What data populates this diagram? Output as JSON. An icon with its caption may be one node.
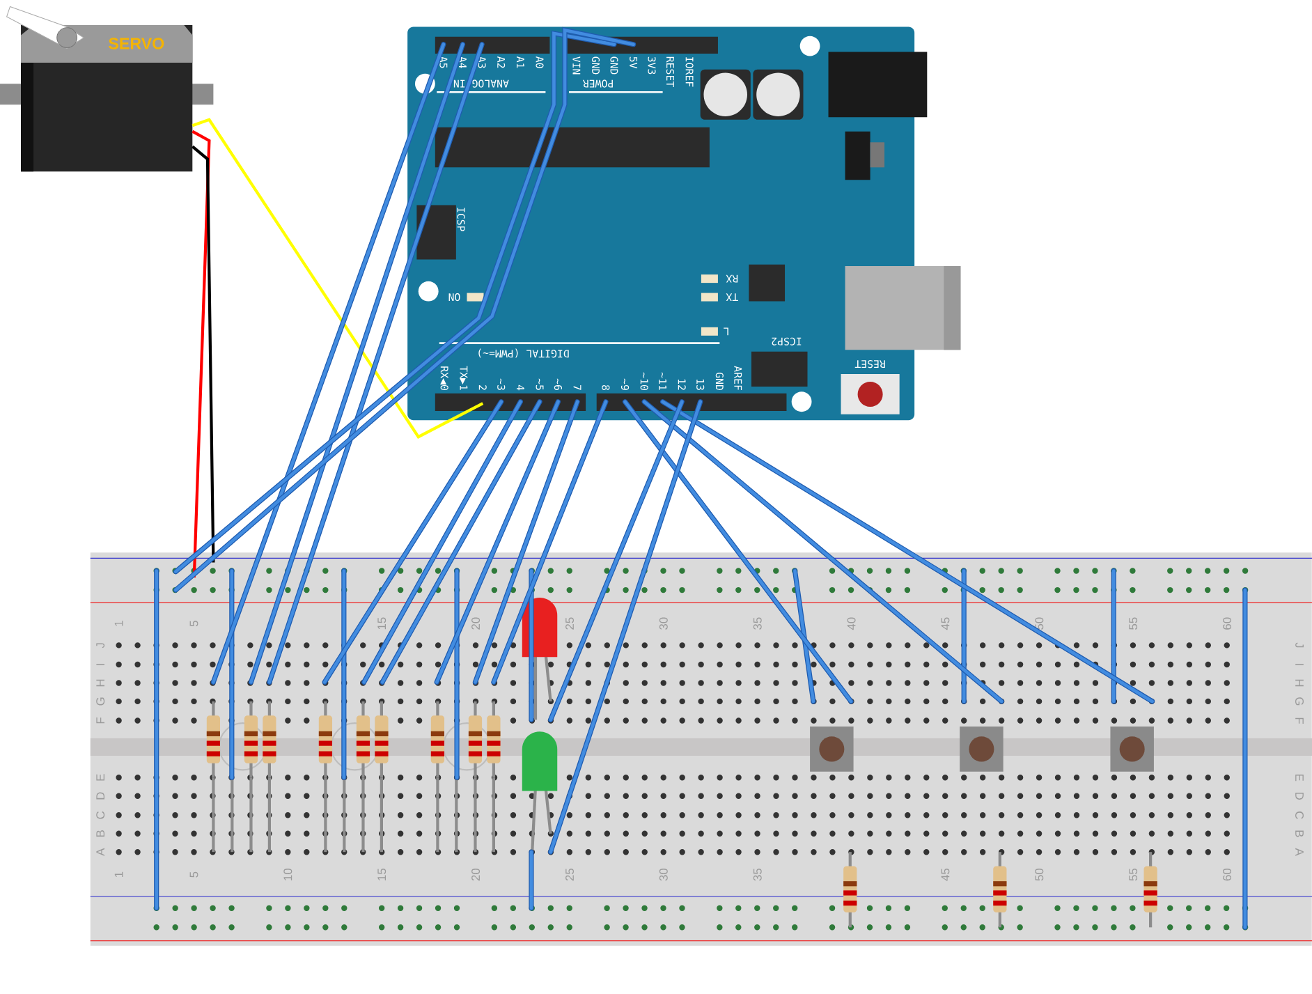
{
  "diagram": {
    "nodes": [
      {
        "text": [
          "SERVO"
        ]
      },
      {
        "text": [
          "A5",
          "A4",
          "A3",
          "A2",
          "A1",
          "A0",
          "ANALOG IN",
          "VIN",
          "GND",
          "GND",
          "5V",
          "3V3",
          "RESET",
          "IOREF",
          "POWER",
          "ICSP",
          "ON",
          "RX",
          "TX",
          "L",
          "ICSP2",
          "DIGITAL (PWM=~)",
          "RX◀0",
          "TX▶1",
          "2",
          "~3",
          "4",
          "~5",
          "~6",
          "7",
          "8",
          "~9",
          "~10",
          "~11",
          "12",
          "13",
          "GND",
          "AREF",
          "RESET"
        ]
      },
      {
        "text": [
          "1",
          "5",
          "15",
          "20",
          "25",
          "30",
          "35",
          "40",
          "45",
          "50",
          "55",
          "60",
          "J",
          "I",
          "H",
          "G",
          "F",
          "E",
          "D",
          "C",
          "B",
          "A",
          "J",
          "I",
          "H",
          "G",
          "F",
          "E",
          "D",
          "C",
          "B",
          "A",
          "1",
          "5",
          "10",
          "15",
          "20",
          "25",
          "30",
          "35",
          "45",
          "50",
          "55",
          "60"
        ]
      }
    ],
    "edges": [
      {
        "from": 0,
        "to": 2,
        "arrow": "none",
        "color": "#ff0000"
      },
      {
        "from": 0,
        "to": 2,
        "arrow": "none",
        "color": "#000000"
      },
      {
        "from": 0,
        "to": 1,
        "arrow": "none",
        "color": "#ffff00"
      },
      {
        "from": 1,
        "to": 2,
        "arrow": "none"
      },
      {
        "from": 1,
        "to": 2,
        "arrow": "none"
      },
      {
        "from": 1,
        "to": 2,
        "arrow": "none"
      },
      {
        "from": 1,
        "to": 2,
        "arrow": "none"
      },
      {
        "from": 1,
        "to": 2,
        "arrow": "none"
      },
      {
        "from": 1,
        "to": 2,
        "arrow": "none"
      },
      {
        "from": 1,
        "to": 2,
        "arrow": "none"
      },
      {
        "from": 1,
        "to": 2,
        "arrow": "none"
      },
      {
        "from": 1,
        "to": 2,
        "arrow": "none"
      },
      {
        "from": 1,
        "to": 2,
        "arrow": "none"
      },
      {
        "from": 1,
        "to": 2,
        "arrow": "none"
      },
      {
        "from": 1,
        "to": 2,
        "arrow": "none"
      },
      {
        "from": 1,
        "to": 2,
        "arrow": "none"
      },
      {
        "from": 1,
        "to": 2,
        "arrow": "none"
      },
      {
        "from": 1,
        "to": 2,
        "arrow": "none"
      },
      {
        "from": 1,
        "to": 2,
        "arrow": "none"
      }
    ]
  }
}
